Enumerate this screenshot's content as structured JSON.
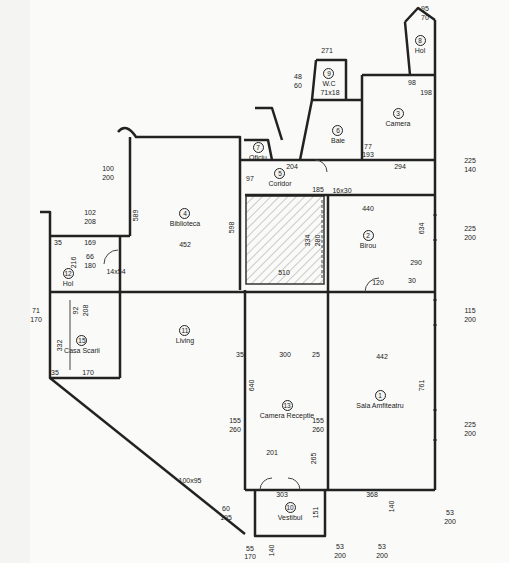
{
  "diagram": {
    "nodes": [
      {
        "text": [
          "1",
          "Sala Amfiteatru"
        ]
      },
      {
        "text": [
          "2",
          "Birou"
        ]
      },
      {
        "text": [
          "3",
          "Camera"
        ]
      },
      {
        "text": [
          "4",
          "Biblioteca"
        ]
      },
      {
        "text": [
          "5",
          "Coridor"
        ]
      },
      {
        "text": [
          "6",
          "Baie"
        ]
      },
      {
        "text": [
          "7",
          "Oficiu"
        ]
      },
      {
        "text": [
          "8",
          "Hol"
        ]
      },
      {
        "text": [
          "9",
          "W.C"
        ]
      },
      {
        "text": [
          "10",
          "Vestibul"
        ]
      },
      {
        "text": [
          "11",
          "Living"
        ]
      },
      {
        "text": [
          "12",
          "Hol"
        ]
      },
      {
        "text": [
          "13",
          "Camera Receptie"
        ]
      },
      {
        "text": [
          "15",
          "Casa Scarii"
        ]
      }
    ],
    "labels": [
      "95",
      "70",
      "271",
      "48",
      "60",
      "71x18",
      "100",
      "200",
      "589",
      "598",
      "452",
      "14x54",
      "66",
      "180",
      "102",
      "208",
      "35",
      "169",
      "216",
      "92",
      "208",
      "71",
      "170",
      "332",
      "35",
      "170",
      "35",
      "300",
      "25",
      "442",
      "640",
      "761",
      "155",
      "260",
      "155",
      "260",
      "201",
      "265",
      "303",
      "368",
      "140",
      "100x95",
      "60",
      "195",
      "151",
      "55",
      "170",
      "140",
      "53",
      "200",
      "53",
      "200",
      "53",
      "200",
      "225",
      "200",
      "115",
      "200",
      "225",
      "200",
      "225",
      "140",
      "440",
      "634",
      "334",
      "280",
      "510",
      "290",
      "120",
      "30",
      "204",
      "97",
      "16x30",
      "185",
      "294",
      "77",
      "193",
      "98",
      "198"
    ]
  }
}
